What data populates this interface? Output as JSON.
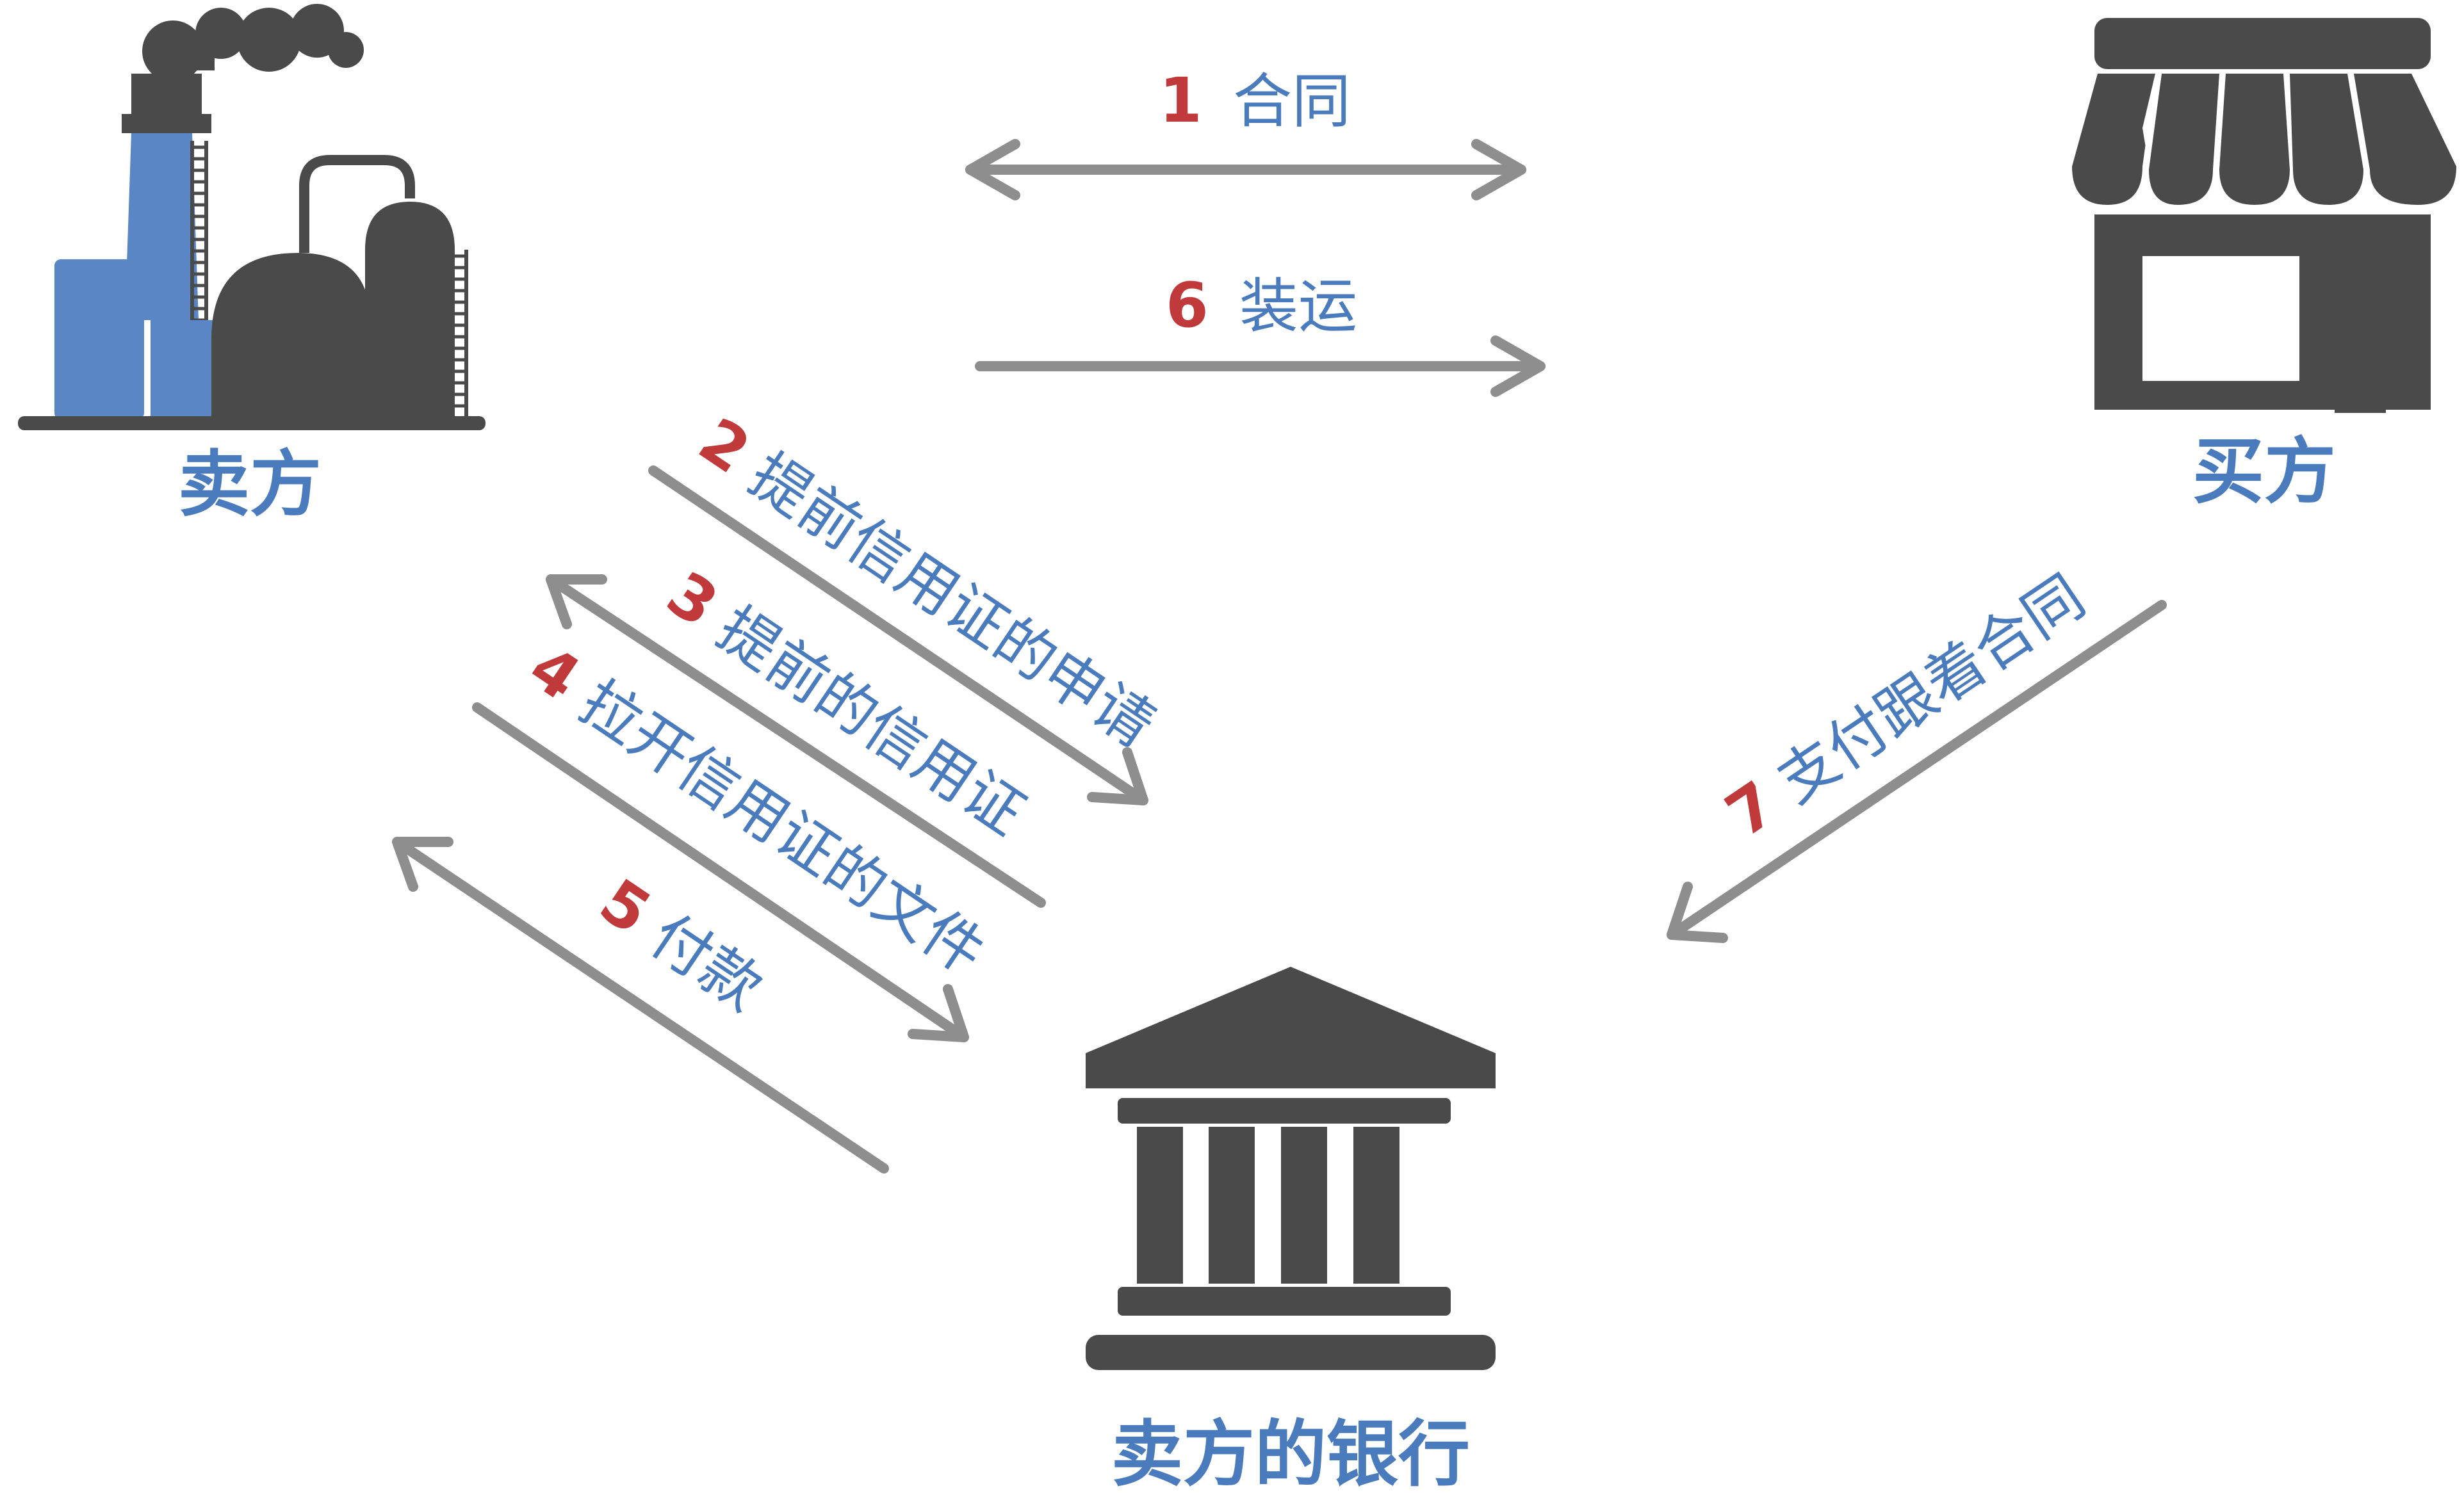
{
  "colors": {
    "icon_dark": "#4a4a4a",
    "icon_blue": "#5b86c6",
    "arrow_gray": "#8e8e8e",
    "step_number_red": "#c0393b",
    "label_blue": "#4a7bbd"
  },
  "parties": {
    "seller": {
      "label": "卖方",
      "icon": "factory-icon"
    },
    "buyer": {
      "label": "买方",
      "icon": "store-icon"
    },
    "bank": {
      "label": "卖方的银行",
      "icon": "bank-icon"
    }
  },
  "steps": [
    {
      "num": "1",
      "text": "合同"
    },
    {
      "num": "2",
      "text": "提前信用证的申请"
    },
    {
      "num": "3",
      "text": "提前的信用证"
    },
    {
      "num": "4",
      "text": "拉开信用证的文件"
    },
    {
      "num": "5",
      "text": "付款"
    },
    {
      "num": "6",
      "text": "装运"
    },
    {
      "num": "7",
      "text": "支付跟着合同"
    }
  ]
}
